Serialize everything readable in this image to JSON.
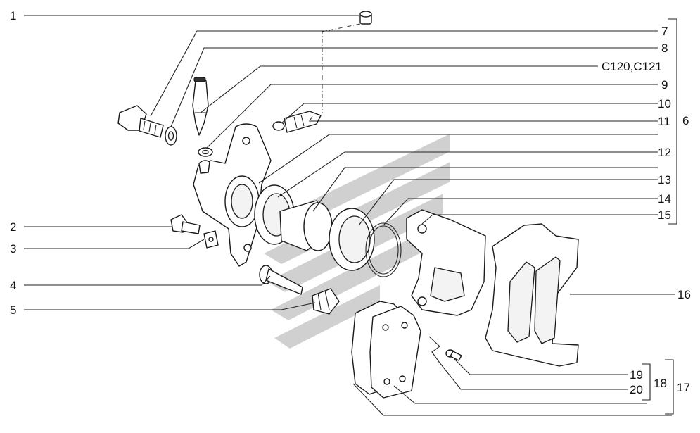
{
  "diagram": {
    "callouts": {
      "c1": "1",
      "c2": "2",
      "c3": "3",
      "c4": "4",
      "c5": "5",
      "c6": "6",
      "c7": "7",
      "c8": "8",
      "c120": "C120,C121",
      "c9": "9",
      "c10": "10",
      "c11": "11",
      "c12": "12",
      "c13": "13",
      "c14": "14",
      "c15": "15",
      "c16": "16",
      "c17": "17",
      "c18": "18",
      "c19": "19",
      "c20": "20"
    },
    "colors": {
      "line": "#1a1a1a",
      "watermark": "#c8c8c8",
      "background": "#ffffff"
    }
  }
}
